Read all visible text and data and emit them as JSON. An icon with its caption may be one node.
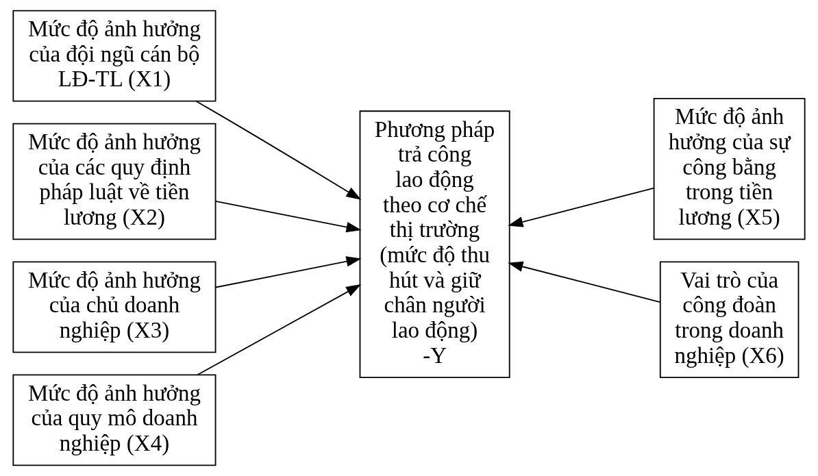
{
  "diagram": {
    "nodes": [
      {
        "text": [
          "Mức độ ảnh hưởng của đội ngũ cán bộ LĐ-TL (X1)"
        ]
      },
      {
        "text": [
          "Mức độ ảnh hưởng của các quy định pháp luật về tiền lương (X2)"
        ]
      },
      {
        "text": [
          "Mức độ ảnh hưởng của chủ doanh nghiệp (X3)"
        ]
      },
      {
        "text": [
          "Mức độ ảnh hưởng của quy mô doanh nghiệp (X4)"
        ]
      },
      {
        "text": [
          "Phương pháp trả công lao động theo cơ chế thị trường (mức độ thu hút và giữ chân người lao động) -Y"
        ]
      },
      {
        "text": [
          "Mức độ ảnh hưởng của sự công bằng trong tiền lương (X5)"
        ]
      },
      {
        "text": [
          "Vai trò của công đoàn trong doanh nghiệp (X6)"
        ]
      }
    ],
    "edges": [
      {
        "from": 0,
        "to": 4,
        "arrow": "to"
      },
      {
        "from": 1,
        "to": 4,
        "arrow": "to"
      },
      {
        "from": 2,
        "to": 4,
        "arrow": "to"
      },
      {
        "from": 3,
        "to": 4,
        "arrow": "to"
      },
      {
        "from": 5,
        "to": 4,
        "arrow": "to"
      },
      {
        "from": 6,
        "to": 4,
        "arrow": "to"
      }
    ]
  }
}
